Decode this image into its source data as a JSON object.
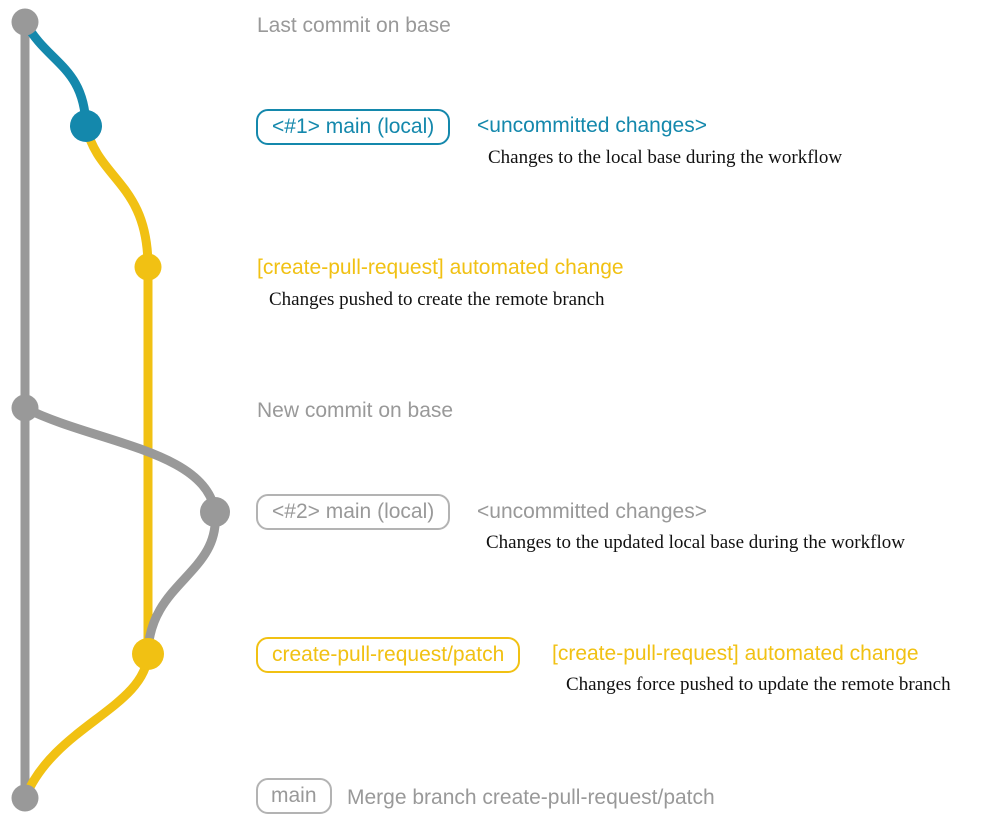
{
  "colors": {
    "gray": "#999999",
    "blue": "#1488ac",
    "yellow": "#f1c113",
    "box_gray_border": "#b3b3b3",
    "annotation_black": "#111111"
  },
  "rows": {
    "base_tip": {
      "caption": "Last commit on base"
    },
    "local_main_1": {
      "branch_label": "<#1> main (local)",
      "status": "<uncommitted changes>",
      "note": "Changes to the local base during the workflow"
    },
    "remote_push_1": {
      "status": "[create-pull-request] automated change",
      "note": "Changes pushed to create the remote branch"
    },
    "base_new": {
      "caption": "New commit on base"
    },
    "local_main_2": {
      "branch_label": "<#2> main (local)",
      "status": "<uncommitted changes>",
      "note": "Changes to the updated local base during the workflow"
    },
    "remote_push_2": {
      "branch_label": "create-pull-request/patch",
      "status": "[create-pull-request] automated change",
      "note": "Changes force pushed to update the remote branch"
    },
    "merge": {
      "branch_label": "main",
      "caption": "Merge branch create-pull-request/patch"
    }
  }
}
